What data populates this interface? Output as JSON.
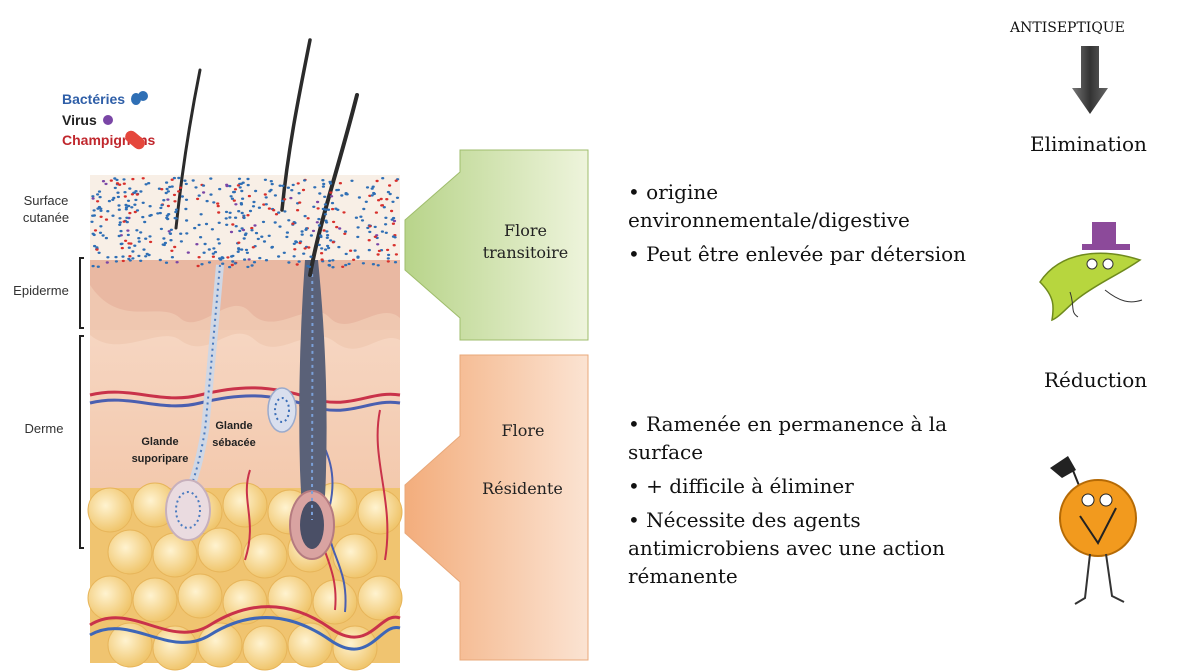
{
  "legend": {
    "bacteria": "Bactéries",
    "virus": "Virus",
    "fungi": "Champignons"
  },
  "skin_layers": {
    "surface": "Surface cutanée",
    "epiderme": "Epiderme",
    "derme": "Derme"
  },
  "glands": {
    "sudoripare": "Glande suporipare",
    "sebacee": "Glande sébacée"
  },
  "flora": {
    "transitoire": "Flore transitoire",
    "residente_1": "Flore",
    "residente_2": "Résidente"
  },
  "boxes": {
    "transitoire": [
      "• origine environnementale/digestive",
      "• Peut être enlevée par détersion"
    ],
    "residente": [
      "• Ramenée en permanence à la surface",
      "• + difficile à éliminer",
      "• Nécessite des agents antimicrobiens avec une action rémanente"
    ]
  },
  "right": {
    "antiseptique": "ANTISEPTIQUE",
    "elimination": "Elimination",
    "reduction": "Réduction"
  },
  "colors": {
    "green_box": "#cfe2a8",
    "orange_box": "#f7c09a",
    "bacteria": "#2f6fb5",
    "fungi": "#d8302c",
    "virus": "#7a46a6"
  },
  "icons": [
    "bacteria-icon",
    "virus-icon",
    "fungus-icon",
    "down-arrow-icon",
    "germ-with-hat-icon",
    "orange-germ-icon"
  ]
}
